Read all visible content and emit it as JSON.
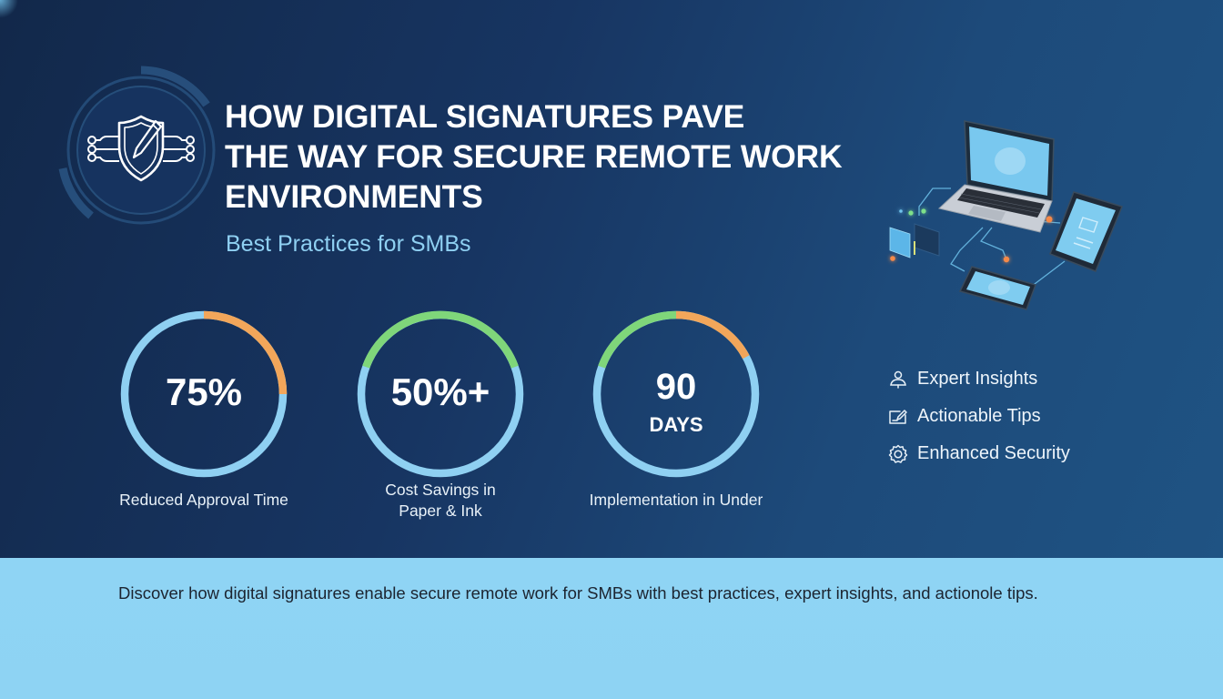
{
  "header": {
    "title_lines": [
      "HOW DIGITAL SIGNATURES PAVE",
      "THE WAY FOR SECURE REMOTE WORK",
      "ENVIRONMENTS"
    ],
    "subtitle": "Best Practices for SMBs",
    "logo_icon": "shield-pen-circuit-icon",
    "illustration": "connected-devices-illustration"
  },
  "stats": [
    {
      "value": "75%",
      "unit": "",
      "label_lines": [
        "Reduced Approval Time"
      ],
      "ring_segments": [
        {
          "color": "#f2a65a",
          "from_deg": 0,
          "to_deg": 90
        },
        {
          "color": "#8fd0f2",
          "from_deg": 90,
          "to_deg": 360
        }
      ]
    },
    {
      "value": "50%+",
      "unit": "",
      "label_lines": [
        "Cost Savings in",
        "Paper & Ink"
      ],
      "ring_segments": [
        {
          "color": "#7fd67a",
          "from_deg": 290,
          "to_deg": 430
        },
        {
          "color": "#8fd0f2",
          "from_deg": 70,
          "to_deg": 290
        }
      ]
    },
    {
      "value": "90",
      "unit": "DAYS",
      "label_lines": [
        "Implementation in Under"
      ],
      "ring_segments": [
        {
          "color": "#7fd67a",
          "from_deg": 290,
          "to_deg": 360
        },
        {
          "color": "#f2a65a",
          "from_deg": 0,
          "to_deg": 62
        },
        {
          "color": "#8fd0f2",
          "from_deg": 62,
          "to_deg": 290
        }
      ]
    }
  ],
  "features": [
    {
      "icon": "user-icon",
      "label": "Expert Insights"
    },
    {
      "icon": "edit-note-icon",
      "label": "Actionable Tips"
    },
    {
      "icon": "gear-icon",
      "label": "Enhanced Security"
    }
  ],
  "footer": {
    "text": "Discover how digital signatures enable secure remote work for SMBs with best practices, expert insights, and actionole tips."
  },
  "colors": {
    "bg_dark": "#12284a",
    "bg_light": "#1f5383",
    "accent_blue": "#8fd0f2",
    "accent_orange": "#f2a65a",
    "accent_green": "#7fd67a",
    "footer_bg": "#8ed3f3"
  }
}
